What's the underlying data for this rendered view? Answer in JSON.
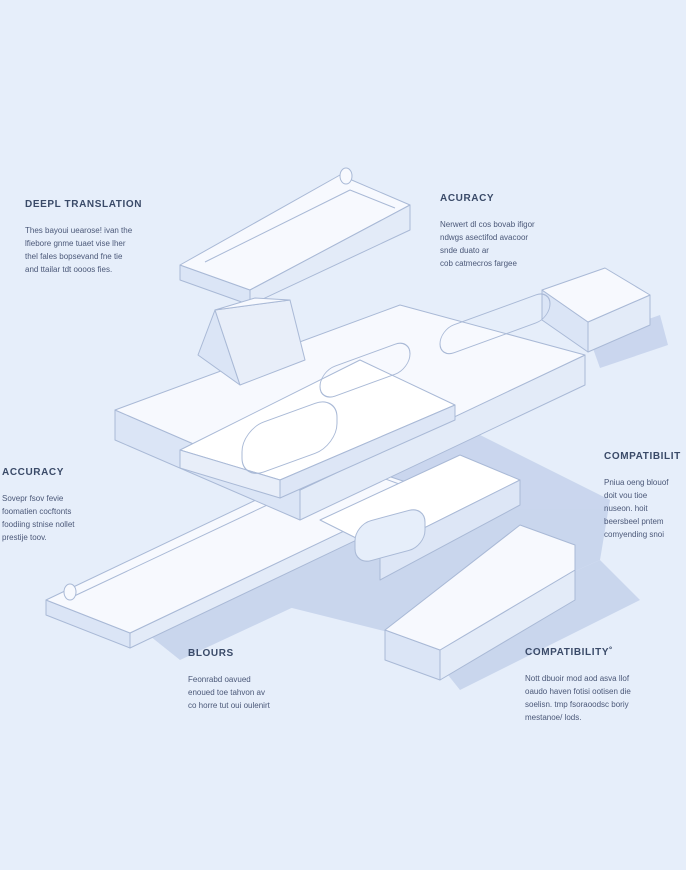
{
  "colors": {
    "background": "#e6eefa",
    "block_top": "#f7f9fe",
    "block_side": "#dbe5f6",
    "block_stroke": "#a9b9d6",
    "shadow": "#b3c3e4",
    "heading": "#3a4a68",
    "body_text": "#4b5878"
  },
  "labels": [
    {
      "id": "deepl-translation",
      "title": "DEEPL TRANSLATION",
      "body": "Thes bayoui uearose! ivan the\nlfiebore gnme tuaet vise lher\nthel fales bopsevand fne tie\nand ttailar tdt oooos fies."
    },
    {
      "id": "acuracy-top",
      "title": "ACURACY",
      "body": "Nerwert dl cos bovab ifigor\nndwgs asectifod avacoor\nsnde duato ar\ncob catmecros fargee"
    },
    {
      "id": "accuracy-left",
      "title": "ACCURACY",
      "body": "Sovepr fsov fevie\nfoomatien cocftonts\nfoodiing stnise nollet\nprestije toov."
    },
    {
      "id": "compatibility-right",
      "title": "COMPATIBILIT",
      "body": "Pniua oeng blouof\ndoit vou tioe\nnuseon. hoit\nbeersbeel pntem\ncomyending snoi"
    },
    {
      "id": "blours",
      "title": "BLOURS",
      "body": "Feonrabd oavued\nenoued toe tahvon av\nco horre tut oui oulenirt"
    },
    {
      "id": "compatibility-bottom",
      "title": "COMPATIBILITY˚",
      "body": "Nott dbuoir mod aod asva llof\noaudo haven fotisi ootisen die\nsoelisn. tmp fsoraoodsc boriy\nmestanoe/ lods."
    }
  ]
}
